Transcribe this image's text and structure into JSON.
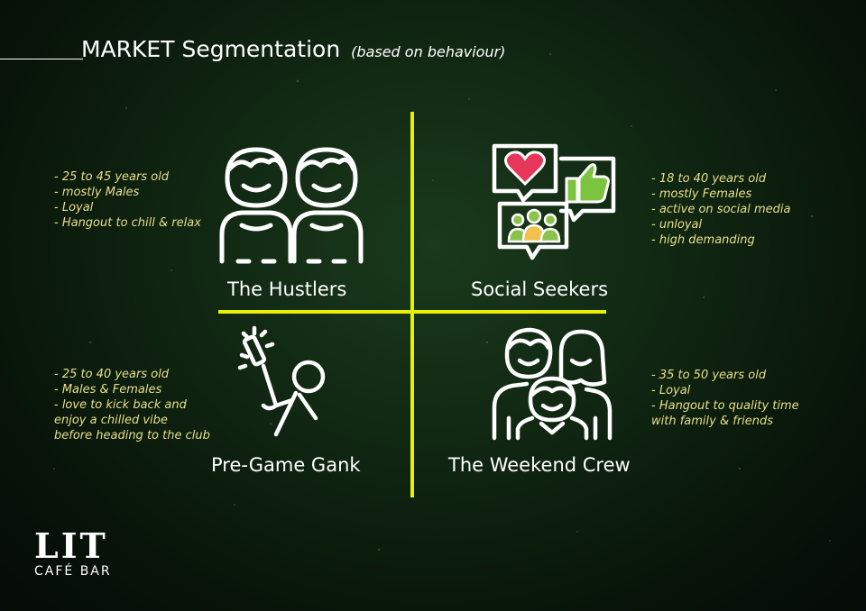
{
  "header": {
    "title": "MARKET Segmentation",
    "subtitle": "(based on behaviour)"
  },
  "colors": {
    "axis": "#e8f000",
    "trait_text": "#e8df8a",
    "heart": "#e8365a",
    "thumb": "#7cc33f",
    "group": "#8bc34a"
  },
  "segments": [
    {
      "name": "The Hustlers",
      "icon": "two-friends-icon",
      "traits": [
        "- 25 to 45 years old",
        "- mostly Males",
        "- Loyal",
        "- Hangout to chill & relax"
      ]
    },
    {
      "name": "Social Seekers",
      "icon": "social-media-icon",
      "traits": [
        "- 18 to 40 years old",
        "- mostly Females",
        "- active on social media",
        "- unloyal",
        "- high demanding"
      ]
    },
    {
      "name": "Pre-Game Gank",
      "icon": "celebration-icon",
      "traits": [
        "- 25 to 40 years old",
        "- Males & Females",
        "- love to kick back and",
        "enjoy a chilled vibe",
        "before heading to the club"
      ]
    },
    {
      "name": "The Weekend Crew",
      "icon": "family-icon",
      "traits": [
        "- 35 to 50 years old",
        "- Loyal",
        "- Hangout to quality time",
        "with family & friends"
      ]
    }
  ],
  "brand": {
    "logo_mark": "LIT",
    "logo_sub": "CAFÉ BAR"
  }
}
